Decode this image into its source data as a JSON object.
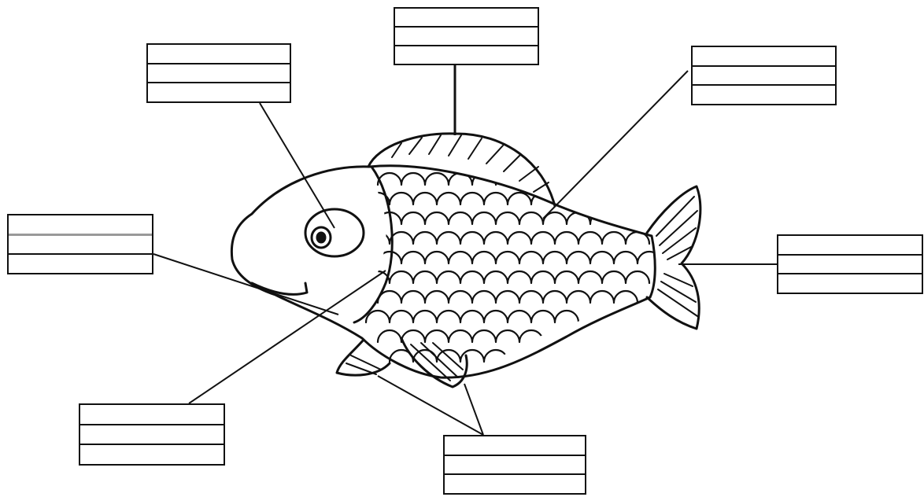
{
  "diagram": {
    "subject": "fish",
    "labels": [
      {
        "id": "top-left",
        "rows": 3,
        "text": ""
      },
      {
        "id": "top-center",
        "rows": 3,
        "text": ""
      },
      {
        "id": "top-right",
        "rows": 3,
        "text": ""
      },
      {
        "id": "mid-left",
        "rows": 3,
        "text": ""
      },
      {
        "id": "mid-right",
        "rows": 3,
        "text": ""
      },
      {
        "id": "bottom-left",
        "rows": 3,
        "text": ""
      },
      {
        "id": "bottom-right",
        "rows": 3,
        "text": ""
      }
    ]
  },
  "colors": {
    "ink": "#111111",
    "background": "#ffffff"
  }
}
